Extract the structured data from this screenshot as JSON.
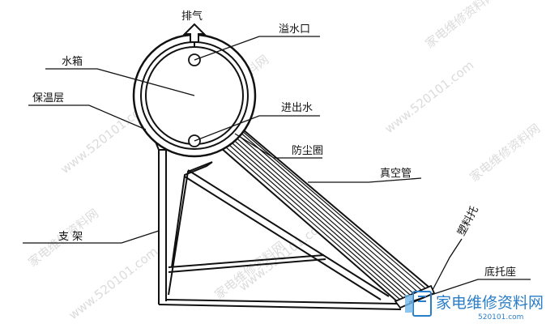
{
  "labels": {
    "exhaust": "排气",
    "overflow": "溢水口",
    "tank": "水箱",
    "insulation": "保温层",
    "inout": "进出水",
    "dust_ring": "防尘圈",
    "vacuum_tube": "真空管",
    "plastic_holder": "塑料托",
    "support": "支  架",
    "base_seat": "底托座"
  },
  "watermark": {
    "text": "www.520101.com",
    "site_text": "家电维修资料网"
  },
  "logo": {
    "text": "家电维修资料网",
    "sub": "520101.com"
  }
}
